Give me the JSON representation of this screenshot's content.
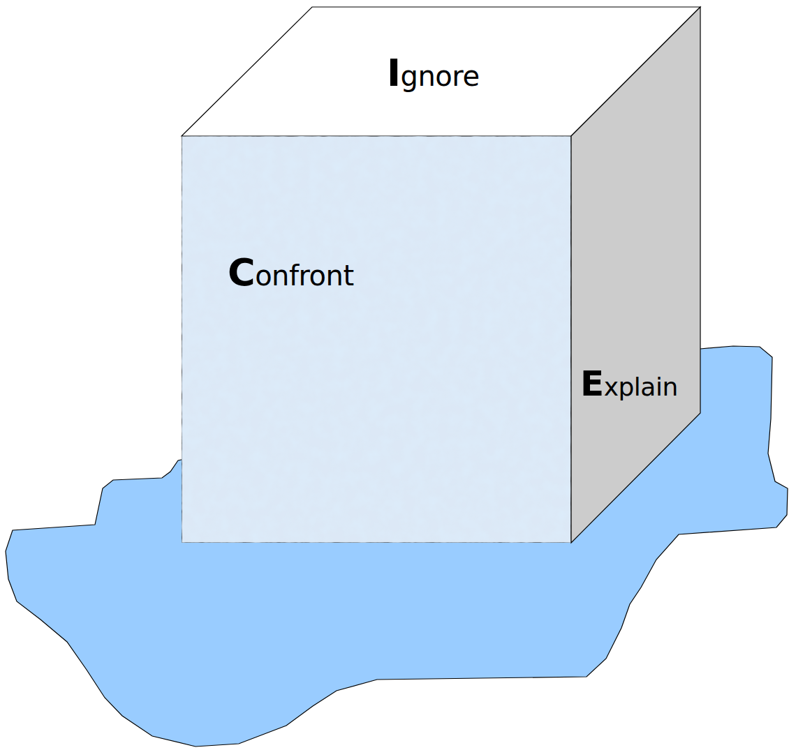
{
  "diagram": {
    "nodes": [
      {
        "text": [
          "Ignore"
        ]
      },
      {
        "text": [
          "Confront"
        ]
      },
      {
        "text": [
          "Explain"
        ]
      }
    ]
  }
}
